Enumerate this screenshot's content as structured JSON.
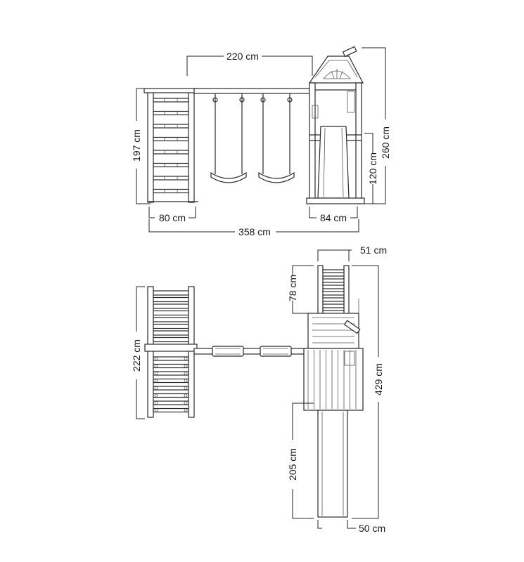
{
  "side_view": {
    "width_top": "220 cm",
    "height_climb": "197 cm",
    "height_total": "260 cm",
    "height_platform": "120 cm",
    "width_climb": "80 cm",
    "width_tower": "84 cm",
    "width_total": "358 cm"
  },
  "top_view": {
    "width_ladder": "51 cm",
    "length_ladder": "78 cm",
    "length_climb": "222 cm",
    "length_total": "429 cm",
    "length_slide": "205 cm",
    "width_slide": "50 cm"
  }
}
